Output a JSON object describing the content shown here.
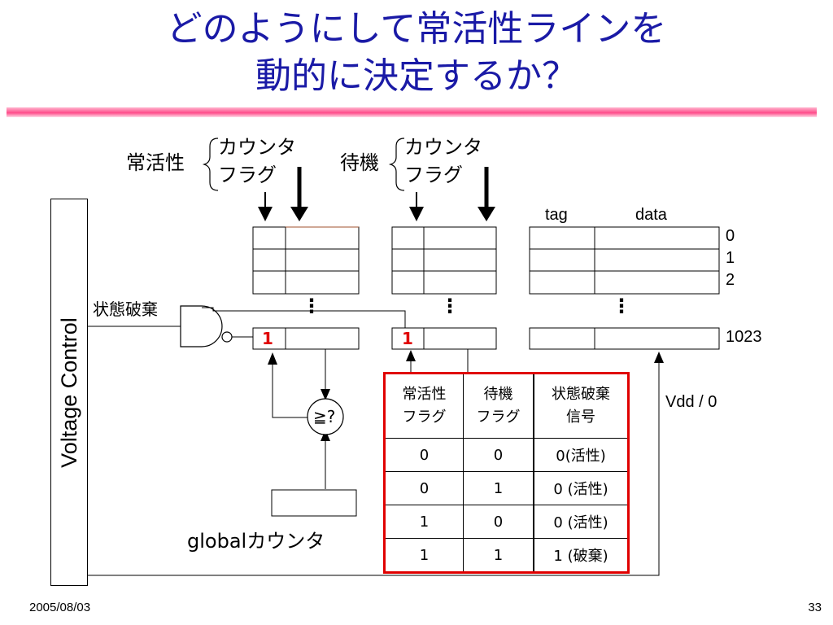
{
  "slide": {
    "title_line1": "どのようにして常活性ラインを",
    "title_line2": "動的に決定するか？",
    "footer_date": "2005/08/03",
    "page_number": "33"
  },
  "diagram": {
    "always_active_group": "常活性",
    "standby_group": "待機",
    "counter": "カウンタ",
    "flag": "フラグ",
    "tag": "tag",
    "data": "data",
    "row_indices": [
      "0",
      "1",
      "2",
      "1023"
    ],
    "state_destroy": "状態破棄",
    "voltage_control": "Voltage Control",
    "comparator": "≧?",
    "global_counter": "globalカウンタ",
    "vdd": "Vdd / 0",
    "flag_bit_active": "1",
    "flag_bit_standby": "1",
    "ellipsis": "⋮"
  },
  "truth_table": {
    "headers": [
      [
        "常活性",
        "フラグ"
      ],
      [
        "待機",
        "フラグ"
      ],
      [
        "状態破棄",
        "信号"
      ]
    ],
    "rows": [
      [
        "0",
        "0",
        "0(活性)"
      ],
      [
        "0",
        "1",
        "0 (活性)"
      ],
      [
        "1",
        "0",
        "0 (活性)"
      ],
      [
        "1",
        "1",
        "1 (破棄)"
      ]
    ]
  },
  "colors": {
    "title": "#1a1aa6",
    "accent_rule": "#ff4c8a",
    "highlight": "#e00000"
  }
}
